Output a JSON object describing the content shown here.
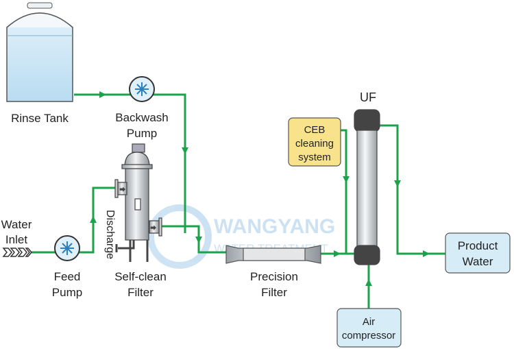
{
  "labels": {
    "rinse_tank": "Rinse Tank",
    "backwash_pump": [
      "Backwash",
      "Pump"
    ],
    "water_inlet": [
      "Water",
      "Inlet"
    ],
    "feed_pump": [
      "Feed",
      "Pump"
    ],
    "self_clean_filter": [
      "Self-clean",
      "Filter"
    ],
    "discharge": "Discharge",
    "precision_filter": [
      "Precision",
      "Filter"
    ],
    "uf": "UF",
    "ceb": [
      "CEB",
      "cleaning",
      "system"
    ],
    "product_water": [
      "Product",
      "Water"
    ],
    "air_compressor": [
      "Air",
      "compressor"
    ]
  },
  "watermark": {
    "brand": "WANGYANG",
    "sub": "WATER TREATMENT"
  },
  "colors": {
    "pipe": "#1ba24a",
    "ceb_box": "#f8e28b",
    "product_box": "#d6ecf7",
    "compressor_box": "#d6ecf7"
  }
}
